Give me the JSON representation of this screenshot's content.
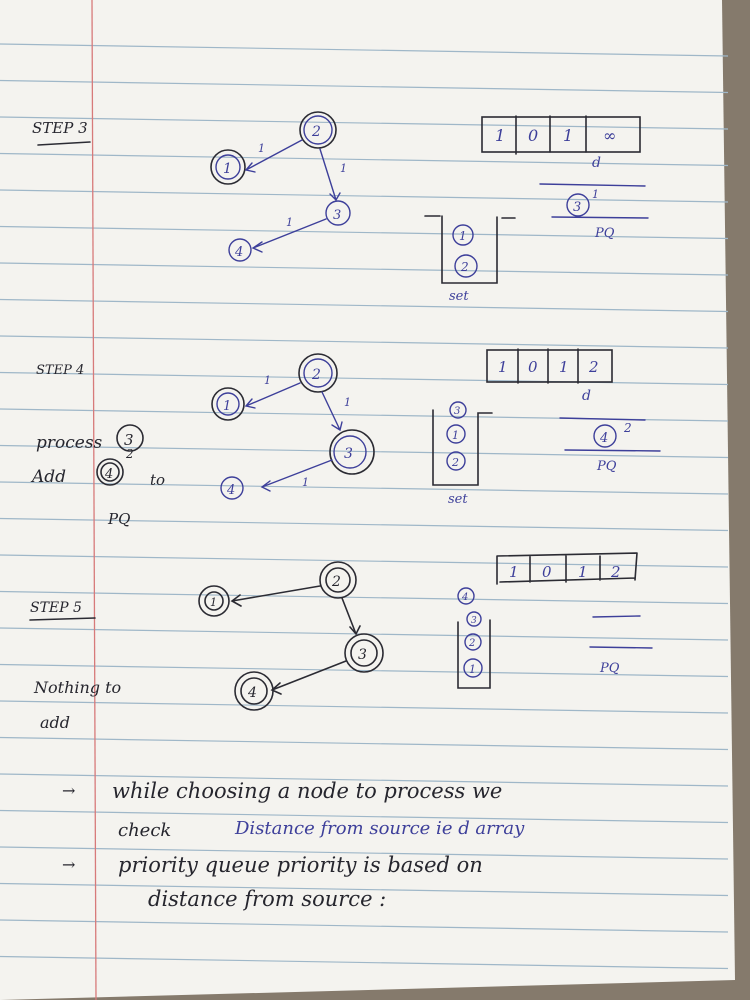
{
  "steps": [
    {
      "label": "STEP 3",
      "d_label": "d",
      "d_array": [
        "1",
        "0",
        "1",
        "∞"
      ],
      "set_label": "set",
      "set_items": [
        "1",
        "2"
      ],
      "pq_label": "PQ",
      "pq_items": [
        {
          "node": "3",
          "dist": "1"
        }
      ],
      "nodes": [
        "1",
        "2",
        "3",
        "4"
      ],
      "edge_weights": [
        "1",
        "1",
        "1"
      ]
    },
    {
      "label": "STEP 4",
      "d_label": "d",
      "d_array": [
        "1",
        "0",
        "1",
        "2"
      ],
      "set_label": "set",
      "set_items": [
        "3",
        "1",
        "2"
      ],
      "pq_label": "PQ",
      "pq_items": [
        {
          "node": "4",
          "dist": "2"
        }
      ],
      "nodes": [
        "1",
        "2",
        "3",
        "4"
      ],
      "edge_weights": [
        "1",
        "1",
        "1"
      ],
      "note": {
        "process": "process",
        "process_node": "3",
        "add": "Add",
        "add_node": "4",
        "add_dist": "2",
        "to": "to",
        "pq": "PQ"
      }
    },
    {
      "label": "STEP 5",
      "d_label": "",
      "d_array": [
        "1",
        "0",
        "1",
        "2"
      ],
      "set_label": "",
      "set_items": [
        "4",
        "3",
        "2",
        "1"
      ],
      "pq_label": "PQ",
      "pq_items": [],
      "nodes": [
        "1",
        "2",
        "3",
        "4"
      ],
      "note": {
        "line1": "Nothing to",
        "line2": "add"
      }
    }
  ],
  "notes": [
    {
      "bullet": "→",
      "text": "while choosing a node to process we"
    },
    {
      "bullet": "",
      "text": "check",
      "highlight": "Distance from source ie d array"
    },
    {
      "bullet": "→",
      "text": "priority queue priority is based on"
    },
    {
      "bullet": "",
      "text": "distance from source :"
    }
  ]
}
